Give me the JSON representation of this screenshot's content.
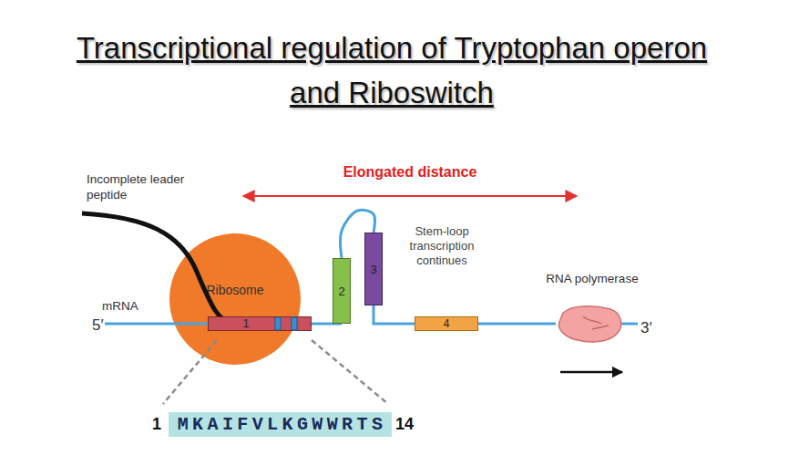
{
  "diagram": {
    "title": "Transcriptional regulation of Tryptophan operon and Riboswitch",
    "nodes": [
      {
        "text": [
          "Ribosome"
        ]
      },
      {
        "text": [
          "1"
        ]
      },
      {
        "text": [
          "2"
        ]
      },
      {
        "text": [
          "3"
        ]
      },
      {
        "text": [
          "4"
        ]
      },
      {
        "text": [
          "RNA polymerase"
        ]
      },
      {
        "text": [
          "MKAIFVLKGWWRTS"
        ]
      }
    ],
    "edges": [
      {
        "from": 1,
        "to": 2,
        "arrow": "none"
      },
      {
        "from": 2,
        "to": 3,
        "arrow": "none"
      },
      {
        "from": 3,
        "to": 4,
        "arrow": "none"
      },
      {
        "from": 4,
        "to": 5,
        "arrow": "none"
      },
      {
        "from": 1,
        "to": 6,
        "arrow": "none"
      },
      {
        "from": 1,
        "to": 6,
        "arrow": "none"
      }
    ],
    "labels": [
      "Incomplete leader peptide",
      "Elongated distance",
      "mRNA",
      "5′",
      "Stem-loop transcription continues",
      "3′",
      "1",
      "14"
    ]
  }
}
